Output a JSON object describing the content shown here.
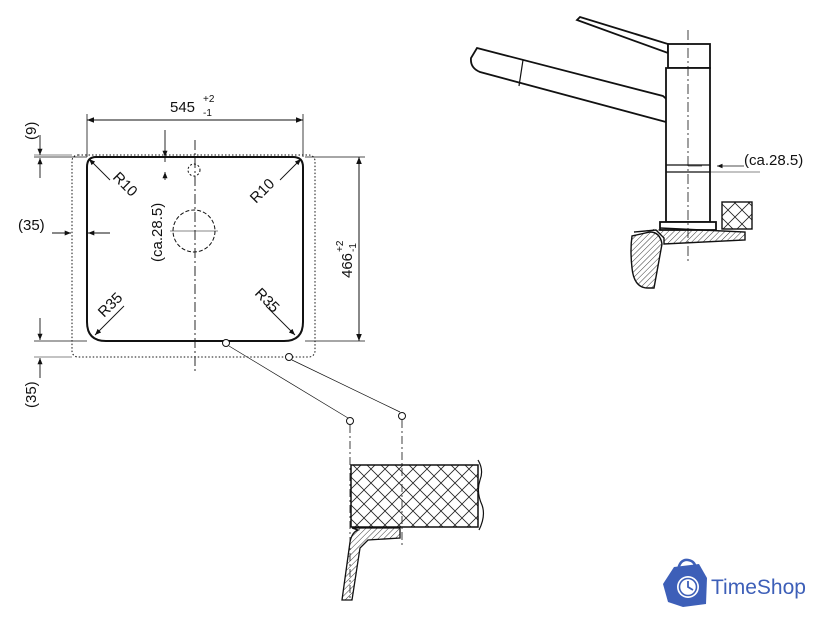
{
  "sink": {
    "width": "545",
    "width_tol_upper": "+2",
    "width_tol_lower": "-1",
    "depth": "466",
    "depth_tol_upper": "+2",
    "depth_tol_lower": "-1",
    "top_offset": "(9)",
    "side_offset": "(35)",
    "bottom_offset": "(35)",
    "corner_radius_top_left": "R10",
    "corner_radius_top_right": "R10",
    "corner_radius_bottom_left": "R35",
    "corner_radius_bottom_right": "R35",
    "tap_offset": "(ca.28.5)"
  },
  "tap": {
    "offset": "(ca.28.5)"
  },
  "logo": {
    "name": "TimeShop",
    "color": "#3d5fb8"
  }
}
